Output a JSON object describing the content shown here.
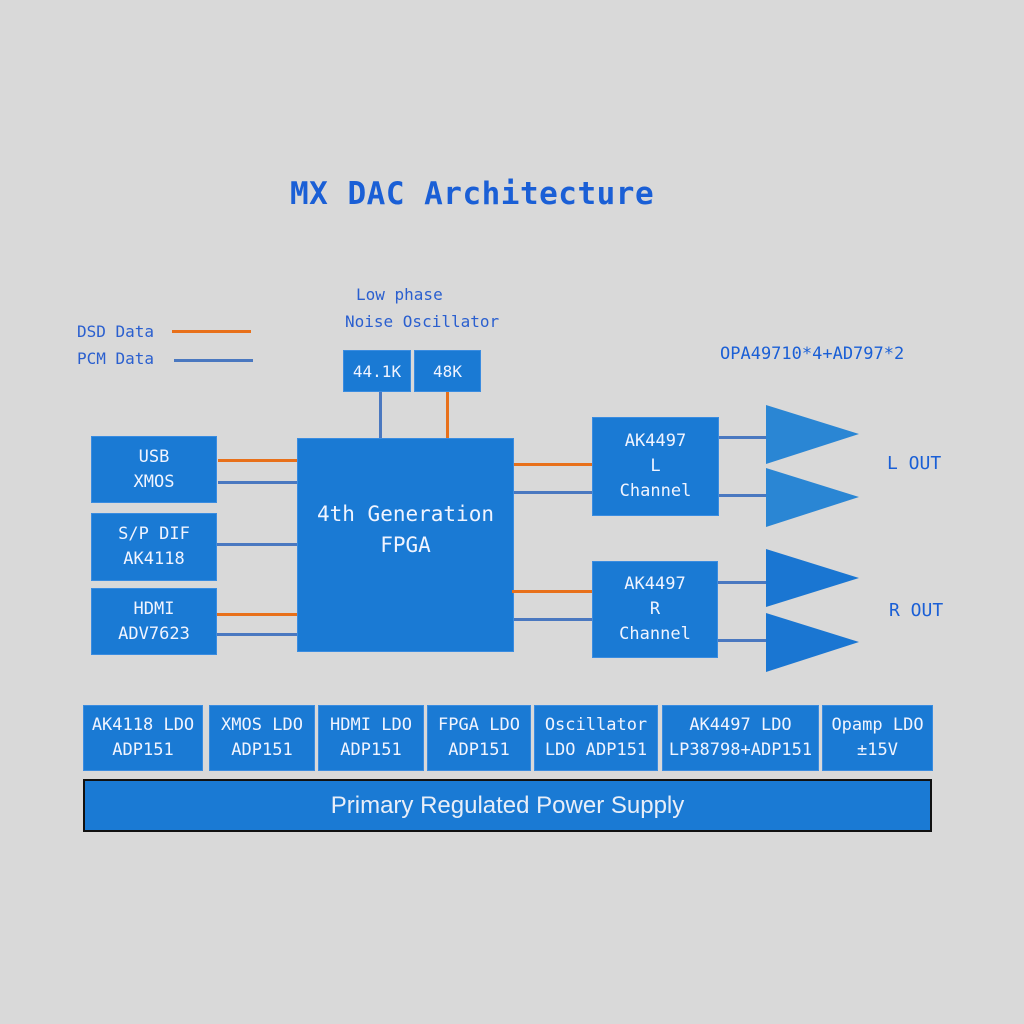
{
  "title": "MX DAC Architecture",
  "legend": {
    "dsd_label": "DSD Data",
    "pcm_label": "PCM Data",
    "dsd_color": "#e8701a",
    "pcm_color": "#4a78c0"
  },
  "oscillator": {
    "label_line1": "Low phase",
    "label_line2": "Noise Oscillator",
    "clocks": [
      "44.1K",
      "48K"
    ]
  },
  "opamp_note": "OPA49710*4+AD797*2",
  "inputs": [
    {
      "line1": "USB",
      "line2": "XMOS"
    },
    {
      "line1": "S/P DIF",
      "line2": "AK4118"
    },
    {
      "line1": "HDMI",
      "line2": "ADV7623"
    }
  ],
  "fpga": {
    "line1": "4th Generation",
    "line2": "FPGA"
  },
  "dacs": [
    {
      "line1": "AK4497",
      "line2": "L",
      "line3": "Channel"
    },
    {
      "line1": "AK4497",
      "line2": "R",
      "line3": "Channel"
    }
  ],
  "outputs": {
    "left": "L OUT",
    "right": "R OUT"
  },
  "ldos": [
    {
      "line1": "AK4118 LDO",
      "line2": "ADP151"
    },
    {
      "line1": "XMOS LDO",
      "line2": "ADP151"
    },
    {
      "line1": "HDMI LDO",
      "line2": "ADP151"
    },
    {
      "line1": "FPGA LDO",
      "line2": "ADP151"
    },
    {
      "line1": "Oscillator",
      "line2": "LDO ADP151"
    },
    {
      "line1": "AK4497 LDO",
      "line2": "LP38798+ADP151"
    },
    {
      "line1": "Opamp LDO",
      "line2": "±15V"
    }
  ],
  "power_supply": "Primary Regulated Power Supply",
  "colors": {
    "block_blue": "#1a7ad4",
    "amp_blue_upper": "#2a86d4",
    "amp_blue_lower": "#1a76d2",
    "text_blue": "#1a5fd6",
    "background": "#d9d9d9"
  }
}
